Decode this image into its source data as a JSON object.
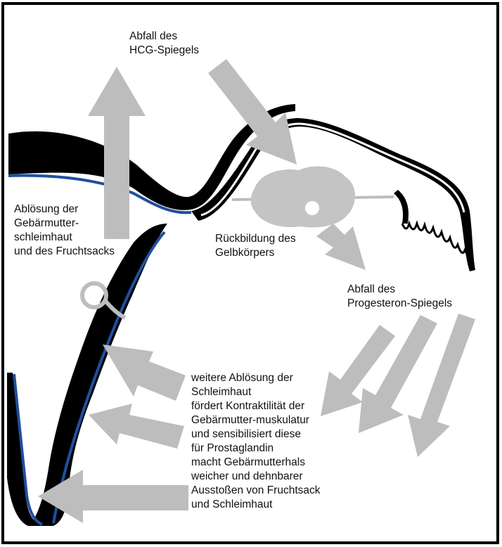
{
  "labels": {
    "hcg": [
      "Abfall des",
      "HCG-Spiegels"
    ],
    "abloesung": [
      "Ablösung der",
      "Gebärmutter-",
      "schleimhaut",
      " und des Fruchtsacks"
    ],
    "gelbkoerper": [
      "Rückbildung des",
      "Gelbkörpers"
    ],
    "progesteron": [
      "Abfall des",
      "Progesteron-Spiegels"
    ],
    "effects": [
      "weitere Ablösung der",
      "Schleimhaut",
      "fördert Kontraktilität der",
      "Gebärmutter-muskulatur",
      "und sensibilisiert diese",
      "für Prostaglandin",
      "macht Gebärmutterhals",
      "weicher und dehnbarer",
      "Ausstoßen von Fruchtsack",
      "und Schleimhaut"
    ]
  },
  "colors": {
    "border": "#000000",
    "uterus_wall": "#000000",
    "endometrium_edge": "#1f4fa0",
    "arrow": "#bdbdbd",
    "organ": "#c4c4c4",
    "text": "#111111"
  },
  "icons": {
    "arrows": "gray-block-arrow",
    "ovary": "ovary-shape",
    "fimbriae": "fimbriae-fringe",
    "sac": "fruchtsack-ring"
  }
}
